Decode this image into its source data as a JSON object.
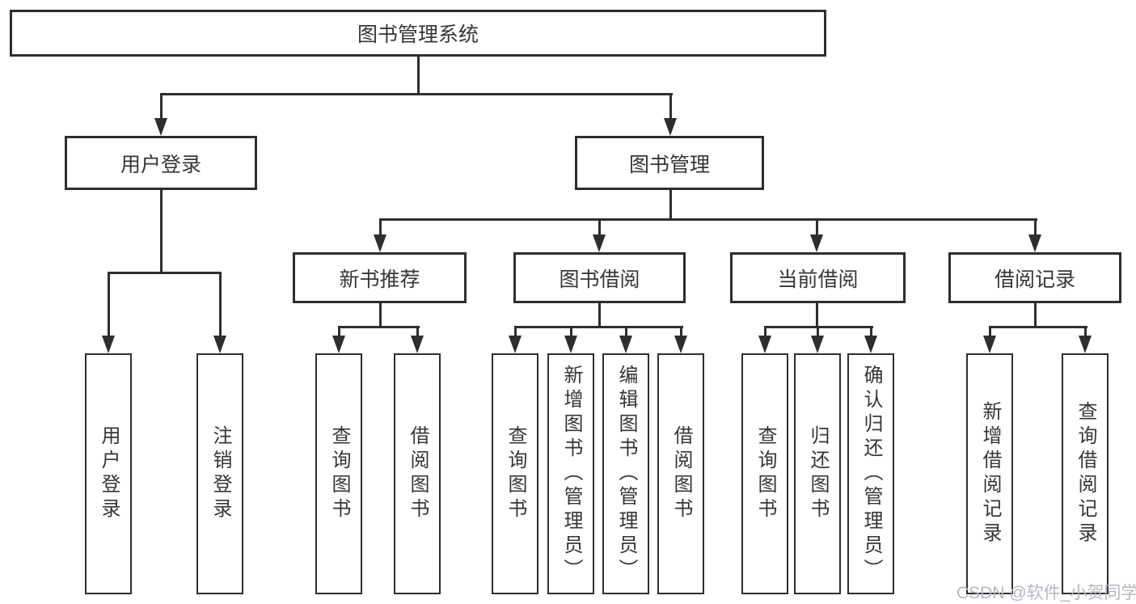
{
  "nodes": {
    "root": "图书管理系统",
    "user_login": "用户登录",
    "book_mgmt": "图书管理",
    "new_book_rec": "新书推荐",
    "book_borrow": "图书借阅",
    "current_borrow": "当前借阅",
    "borrow_records": "借阅记录",
    "leaf_user_login": "用户登录",
    "leaf_logout": "注销登录",
    "leaf_query_book_1": "查询图书",
    "leaf_borrow_book_1": "借阅图书",
    "leaf_query_book_2": "查询图书",
    "leaf_add_book": "新增图书（管理员）",
    "leaf_edit_book": "编辑图书（管理员）",
    "leaf_borrow_book_2": "借阅图书",
    "leaf_query_book_3": "查询图书",
    "leaf_return_book": "归还图书",
    "leaf_confirm_return": "确认归还（管理员）",
    "leaf_add_borrow_record": "新增借阅记录",
    "leaf_query_borrow_record": "查询借阅记录"
  },
  "hierarchy": {
    "图书管理系统": {
      "用户登录": [
        "用户登录",
        "注销登录"
      ],
      "图书管理": {
        "新书推荐": [
          "查询图书",
          "借阅图书"
        ],
        "图书借阅": [
          "查询图书",
          "新增图书（管理员）",
          "编辑图书（管理员）",
          "借阅图书"
        ],
        "当前借阅": [
          "查询图书",
          "归还图书",
          "确认归还（管理员）"
        ],
        "借阅记录": [
          "新增借阅记录",
          "查询借阅记录"
        ]
      }
    }
  },
  "watermark": {
    "text": "CSDN @软件_小贺同学",
    "color": "#b4b8c4"
  },
  "colors": {
    "line": "#2e2e2e",
    "box_border": "#2e2e2e",
    "box_background": "#ffffff",
    "text": "#363636",
    "page_background": "#ffffff"
  }
}
